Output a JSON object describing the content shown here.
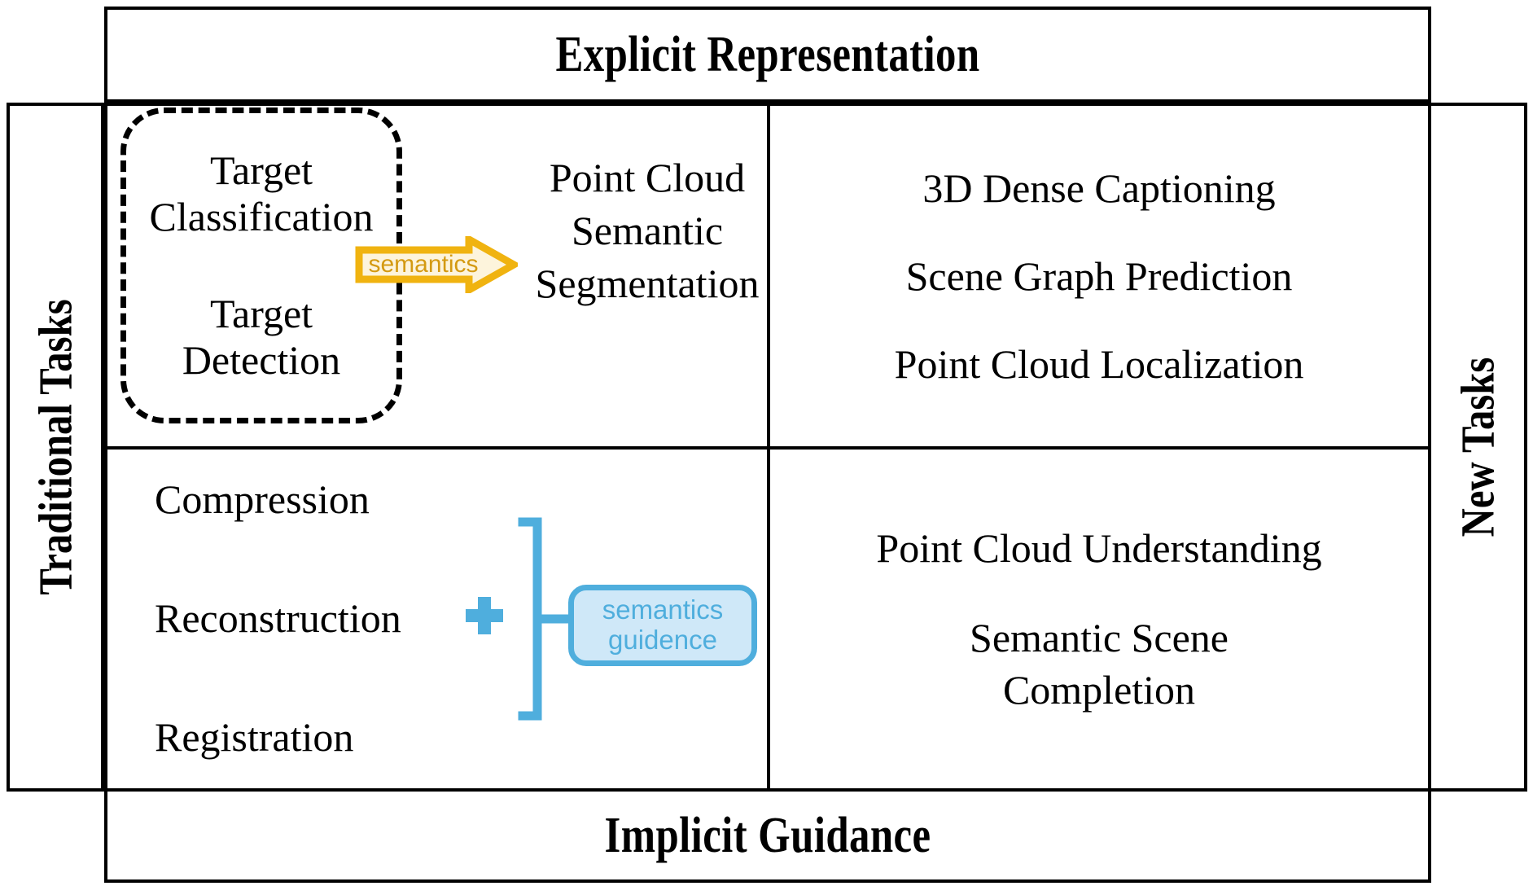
{
  "banners": {
    "top": "Explicit Representation",
    "bottom": "Implicit Guidance"
  },
  "side_labels": {
    "left": "Traditional Tasks",
    "right": "New Tasks"
  },
  "quadrants": {
    "top_left": {
      "dashed_group": {
        "items": [
          "Target\nClassification",
          "Target\nDetection"
        ]
      },
      "arrow_label": "semantics",
      "result": "Point Cloud\nSemantic\nSegmentation"
    },
    "top_right": {
      "items": [
        "3D Dense Captioning",
        "Scene Graph Prediction",
        "Point Cloud Localization"
      ]
    },
    "bottom_left": {
      "items": [
        "Compression",
        "Reconstruction",
        "Registration"
      ],
      "plus_symbol": "+",
      "guidance_box": {
        "line1": "semantics",
        "line2": "guidence"
      }
    },
    "bottom_right": {
      "items": [
        "Point Cloud Understanding",
        "Semantic Scene\nCompletion"
      ]
    }
  },
  "colors": {
    "frame": "#000000",
    "arrow_border": "#F0B310",
    "arrow_fill": "#FDF4DC",
    "arrow_text": "#D49A12",
    "blue_accent": "#4FAEDD",
    "blue_fill": "#CFE8F8"
  }
}
